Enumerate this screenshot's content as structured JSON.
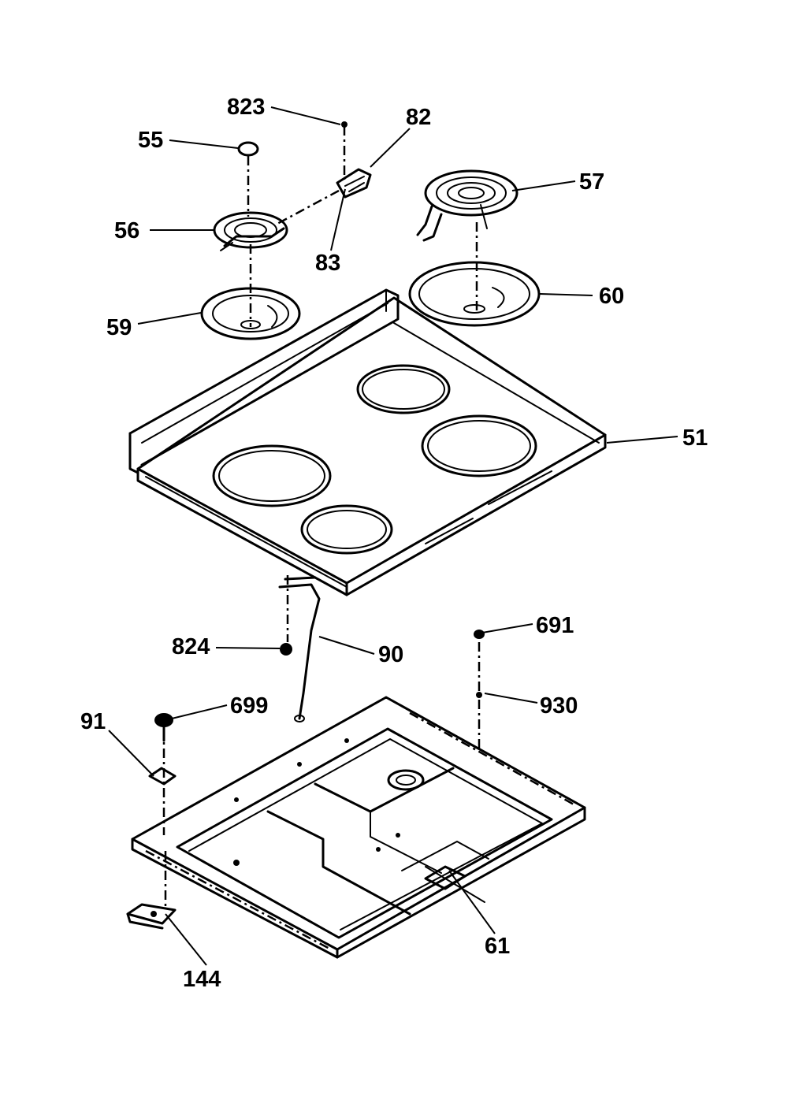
{
  "diagram": {
    "callouts": {
      "p823": "823",
      "p82": "82",
      "p55": "55",
      "p57": "57",
      "p56": "56",
      "p83": "83",
      "p60": "60",
      "p59": "59",
      "p51": "51",
      "p691": "691",
      "p824": "824",
      "p90": "90",
      "p930": "930",
      "p91": "91",
      "p699": "699",
      "p61": "61",
      "p144": "144"
    }
  }
}
